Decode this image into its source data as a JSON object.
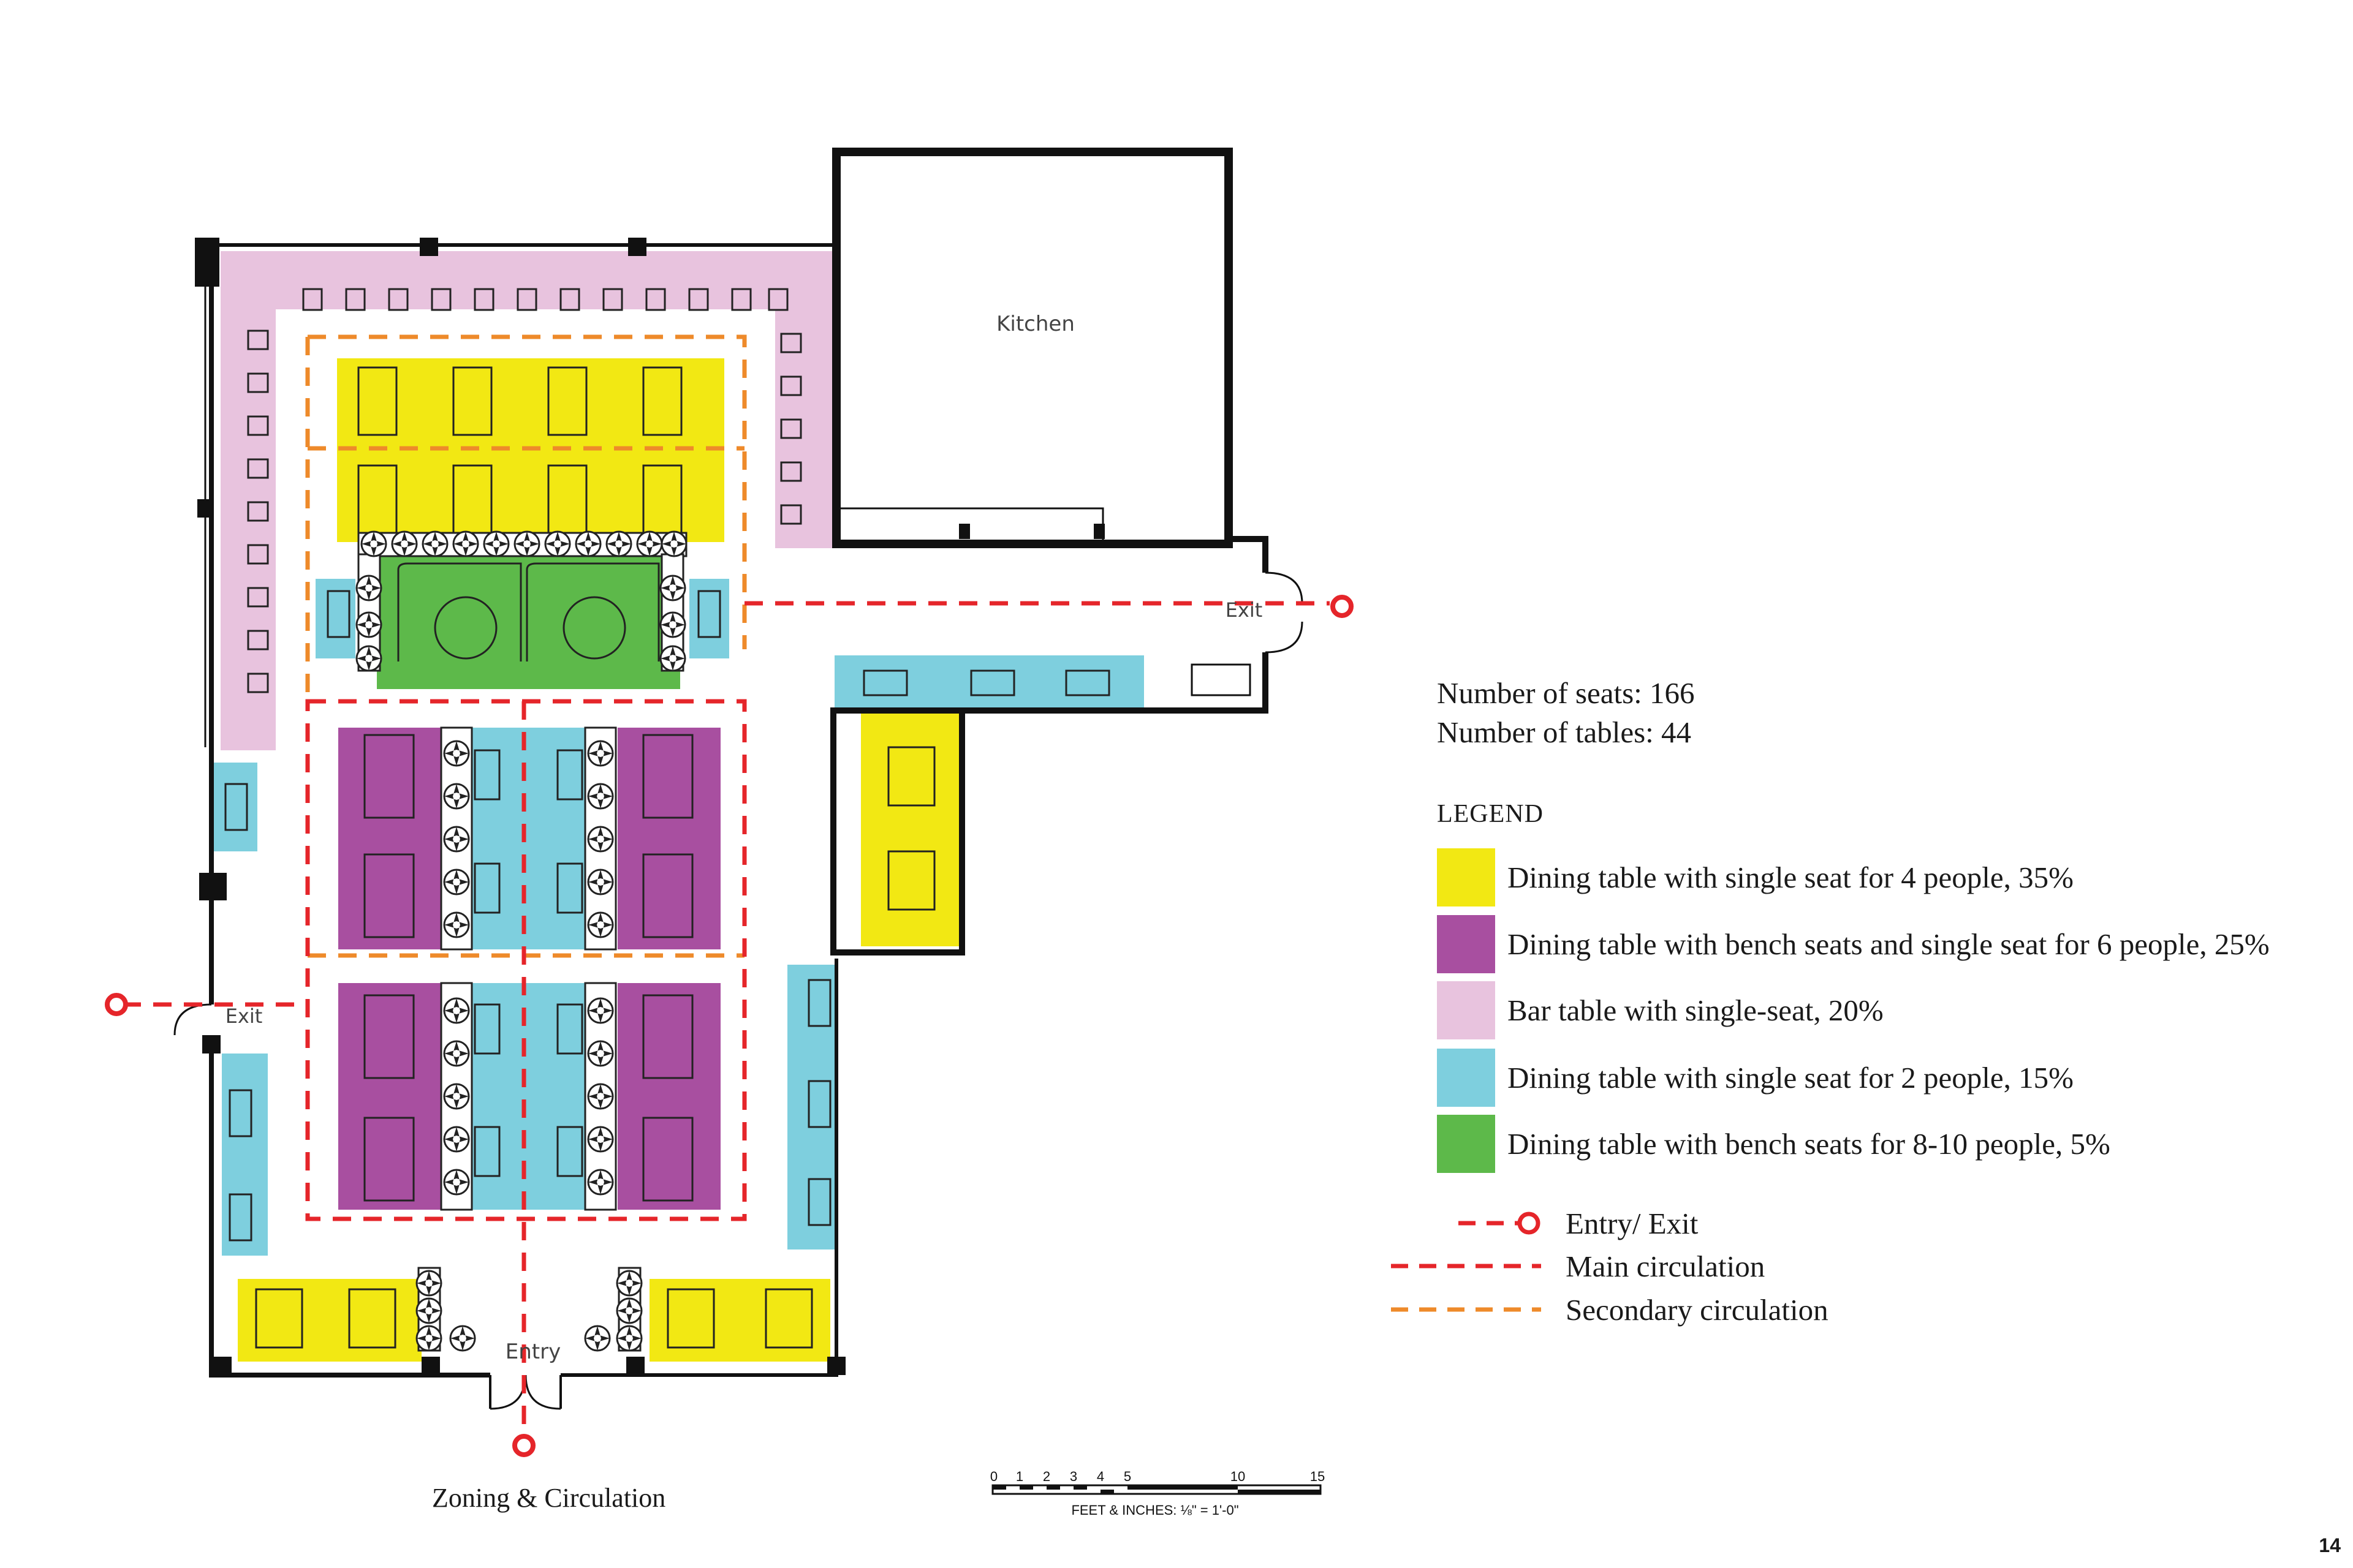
{
  "plan": {
    "kitchen_label": "Kitchen",
    "entry_label": "Entry",
    "exit_label": "Exit"
  },
  "summary": {
    "seats": "Number of seats: 166",
    "tables": "Number of tables: 44"
  },
  "legend": {
    "title": "LEGEND",
    "items": [
      {
        "label": "Dining table with single seat for 4 people, 35%",
        "color": "#f2e813"
      },
      {
        "label": "Dining table with bench seats and single seat for 6 people, 25%",
        "color": "#a84fa0"
      },
      {
        "label": "Bar table with single-seat, 20%",
        "color": "#e8c3de"
      },
      {
        "label": "Dining table with single seat for 2 people, 15%",
        "color": "#7ecfde"
      },
      {
        "label": "Dining table with bench seats for 8-10 people, 5%",
        "color": "#5db94a"
      }
    ],
    "lines": [
      {
        "label": "Entry/ Exit",
        "color": "#e5252a"
      },
      {
        "label": "Main circulation",
        "color": "#e5252a"
      },
      {
        "label": "Secondary circulation",
        "color": "#ee8a2a"
      }
    ]
  },
  "scale": {
    "ticks": [
      "0",
      "1",
      "2",
      "3",
      "4",
      "5",
      "10",
      "15"
    ],
    "label": "FEET & INCHES: ⅛\" = 1'-0\""
  },
  "caption": "Zoning & Circulation",
  "page_number": "14"
}
